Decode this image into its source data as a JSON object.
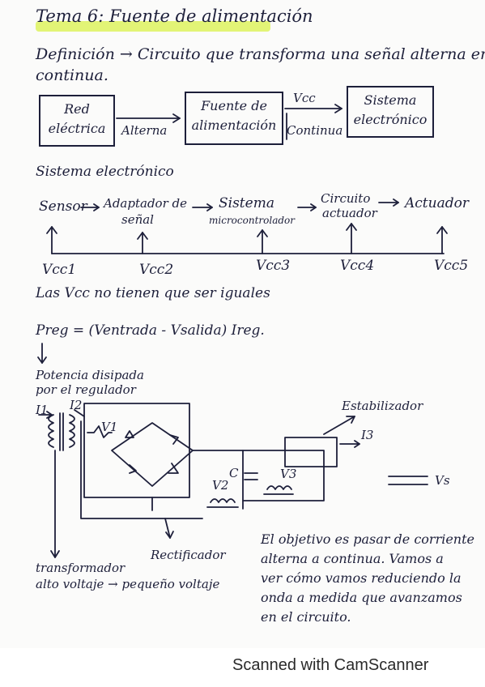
{
  "title": "Tema 6: Fuente de alimentación",
  "definition": {
    "line1": "Definición → Circuito que transforma una señal alterna en",
    "line2": "continua."
  },
  "block_diagram": {
    "red_line1": "Red",
    "red_line2": "eléctrica",
    "alterna": "Alterna",
    "fuente_line1": "Fuente de",
    "fuente_line2": "alimentación",
    "vcc": "Vcc",
    "continua": "Continua",
    "sistema_line1": "Sistema",
    "sistema_line2": "electrónico"
  },
  "chain": {
    "heading": "Sistema electrónico",
    "sensor": "Sensor",
    "adaptador_line1": "Adaptador de",
    "adaptador_line2": "señal",
    "sistema_line1": "Sistema",
    "sistema_line2": "microcontrolador",
    "circuito_line1": "Circuito",
    "circuito_line2": "actuador",
    "actuador": "Actuador",
    "vcc1": "Vcc1",
    "vcc2": "Vcc2",
    "vcc3": "Vcc3",
    "vcc4": "Vcc4",
    "vcc5": "Vcc5"
  },
  "note_vcc": "Las Vcc no tienen que ser iguales",
  "formula": "Preg = (Ventrada - Vsalida) Ireg.",
  "formula_note_line1": "Potencia disipada",
  "formula_note_line2": "por el regulador",
  "circuit": {
    "i1": "I1",
    "i2": "I2",
    "v1": "V1",
    "v2": "V2",
    "c": "C",
    "v3": "V3",
    "i3": "I3",
    "vs": "Vs",
    "estabilizador": "Estabilizador",
    "rectificador": "Rectificador",
    "transformador_line1": "transformador",
    "transformador_line2": "alto voltaje → pequeño voltaje"
  },
  "closing_note": [
    "El objetivo es pasar de corriente",
    "alterna a continua. Vamos a",
    "ver cómo vamos reduciendo la",
    "onda a medida que avanzamos",
    "en el circuito."
  ],
  "footer": "Scanned with CamScanner"
}
